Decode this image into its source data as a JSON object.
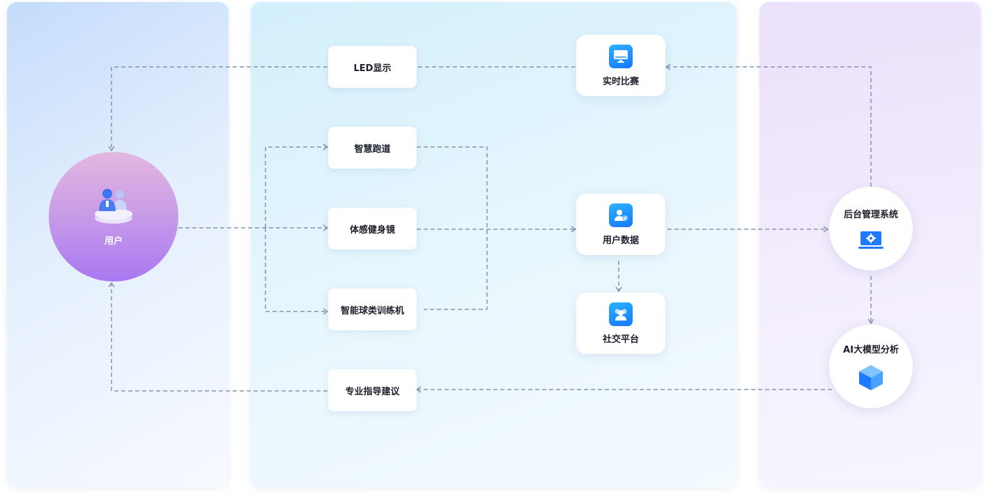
{
  "user": {
    "label": "用户"
  },
  "nodes": {
    "led_display": "LED显示",
    "smart_track": "智慧跑道",
    "motion_mirror": "体感健身镜",
    "ball_trainer": "智能球类训练机",
    "pro_advice": "专业指导建议",
    "live_match": "实时比赛",
    "user_data": "用户数据",
    "social_platform": "社交平台",
    "backend_system": "后台管理系统",
    "ai_model": "AI大模型分析"
  },
  "icons": {
    "live_match": "monitor-icon",
    "user_data": "user-chat-icon",
    "social_platform": "group-icon",
    "backend_system": "laptop-gear-icon",
    "ai_model": "cube-icon",
    "user": "users-pedestal-icon"
  },
  "colors": {
    "connector": "#8693ad",
    "icon_blue": "#1677ff",
    "user_gradient_top": "#e3b8df",
    "user_gradient_bottom": "#a878f2"
  }
}
